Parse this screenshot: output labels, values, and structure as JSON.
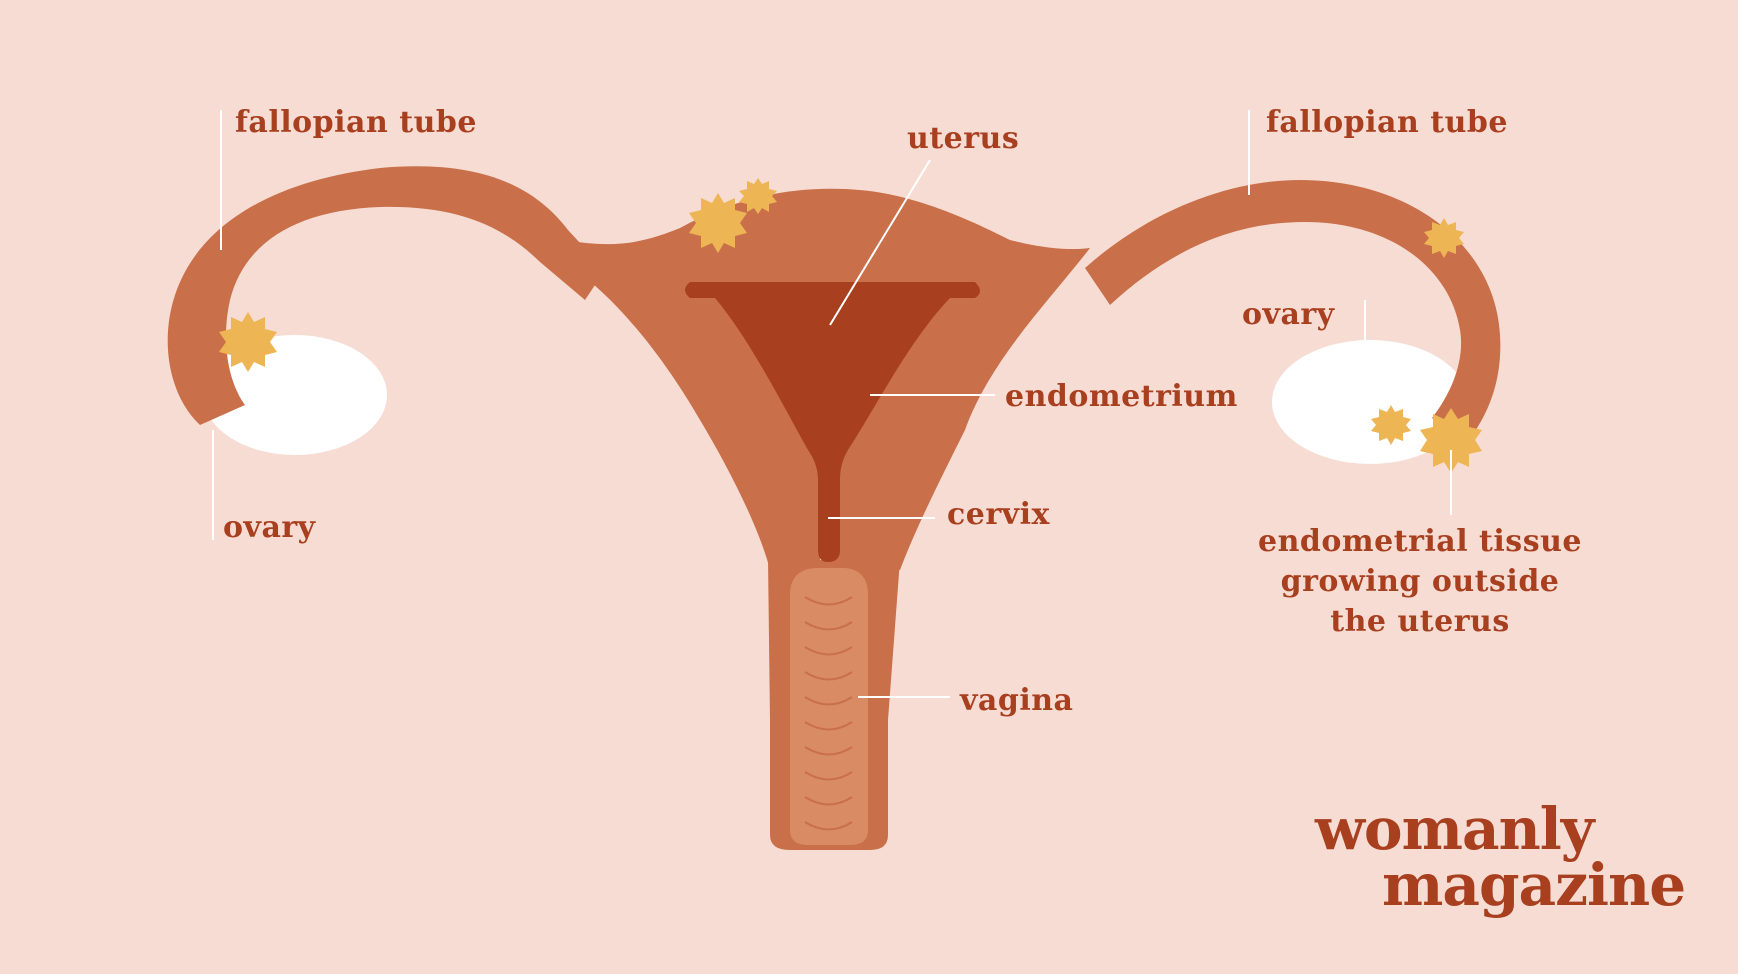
{
  "labels": {
    "fallopian_tube_left": "fallopian tube",
    "fallopian_tube_right": "fallopian tube",
    "uterus": "uterus",
    "ovary_left": "ovary",
    "ovary_right": "ovary",
    "endometrium": "endometrium",
    "cervix": "cervix",
    "vagina": "vagina",
    "endometrial_tissue": [
      "endometrial tissue",
      "growing outside",
      "the uterus"
    ]
  },
  "brand": {
    "line1": "womanly",
    "line2": "magazine"
  },
  "colors": {
    "background": "#f7dcd4",
    "organ": "#c9704a",
    "endometrium": "#a8401f",
    "vagina": "#d98b64",
    "ovary": "#ffffff",
    "lesion": "#edb553",
    "text": "#a83f1f",
    "leader_line": "#ffffff"
  }
}
